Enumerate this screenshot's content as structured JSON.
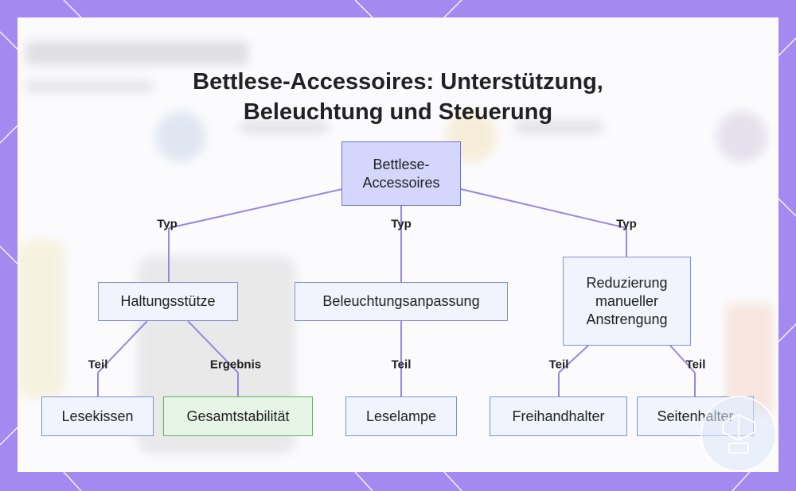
{
  "title": {
    "line1": "Bettlese-Accessoires: Unterstützung,",
    "line2": "Beleuchtung und Steuerung"
  },
  "nodes": {
    "root": {
      "line1": "Bettlese-",
      "line2": "Accessoires"
    },
    "posture": "Haltungsstütze",
    "lighting": "Beleuchtungsanpassung",
    "reduction": {
      "line1": "Reduzierung",
      "line2": "manueller",
      "line3": "Anstrengung"
    },
    "cushion": "Lesekissen",
    "stability": "Gesamtstabilität",
    "lamp": "Leselampe",
    "handsfree": "Freihandhalter",
    "sideholder": "Seitenhalter"
  },
  "edge_labels": {
    "typ_left": "Typ",
    "typ_mid": "Typ",
    "typ_right": "Typ",
    "teil_cushion": "Teil",
    "ergebnis": "Ergebnis",
    "teil_lamp": "Teil",
    "teil_handsfree": "Teil",
    "teil_side": "Teil"
  },
  "colors": {
    "frame": "#a48af0",
    "edge": "#9b86e0",
    "root_fill": "#d4d6fb",
    "node_fill": "#f1f3fd",
    "node_border": "#7f92d8",
    "result_fill": "#e6f5e5",
    "result_border": "#5bb45c"
  },
  "icons": {
    "badge": "watermark-badge-icon"
  }
}
